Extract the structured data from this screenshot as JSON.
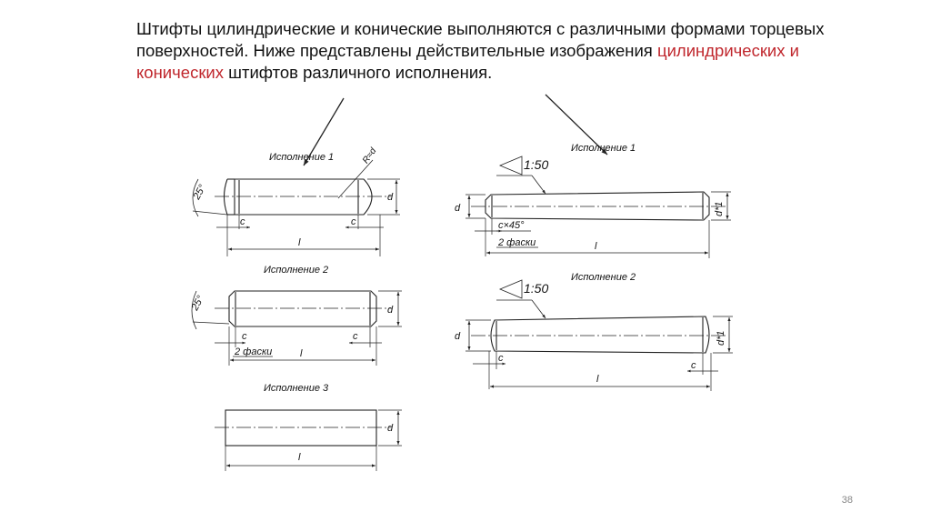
{
  "heading": {
    "part1": "Штифты цилиндрические и конические выполняются с различными формами торцевых поверхностей. Ниже представлены действительные изображения ",
    "highlight": "цилиндрических и конических",
    "part2": " штифтов различного исполнения."
  },
  "labels": {
    "cyl_v1": "Исполнение 1",
    "cyl_v2": "Исполнение 2",
    "cyl_v3": "Исполнение 3",
    "con_v1": "Исполнение 1",
    "con_v2": "Исполнение 2",
    "radius": "R≈d",
    "angle": "25°",
    "c": "c",
    "l": "l",
    "d": "d",
    "dh": "d*1",
    "fascets": "2 фаски",
    "chamfer": "c×45°",
    "taper": "1:50"
  },
  "page_number": "38"
}
